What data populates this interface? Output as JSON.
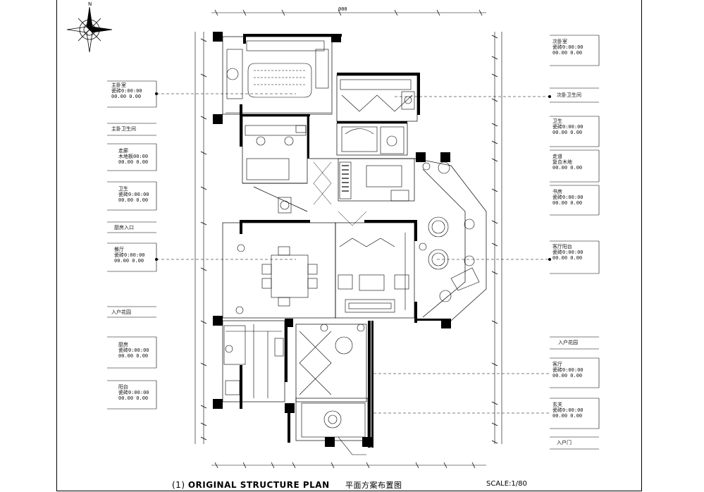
{
  "drawing": {
    "prefix": "(1)",
    "title": "ORIGINAL STRUCTURE PLAN",
    "title_cn": "平面方案布置图",
    "scale": "SCALE:1/80"
  },
  "top_dimension_label": "000",
  "left_callouts": [
    {
      "l1": "主卧室",
      "l2": "瓷砖0:00:00",
      "l3": "00.00 0.00"
    },
    {
      "l1": "主卧卫生间",
      "l2": "",
      "l3": ""
    },
    {
      "l1": "走廊",
      "l2": "木地板00:00",
      "l3": "00.00 0.00"
    },
    {
      "l1": "卫生",
      "l2": "瓷砖0:00:00",
      "l3": "00.00 0.00"
    },
    {
      "l1": "厨房入口",
      "l2": "",
      "l3": ""
    },
    {
      "l1": "餐厅",
      "l2": "瓷砖0:00:00",
      "l3": "00.00 0.00"
    },
    {
      "l1": "入户花园",
      "l2": "",
      "l3": ""
    },
    {
      "l1": "厨房",
      "l2": "瓷砖0:00:00",
      "l3": "00.00 0.00"
    },
    {
      "l1": "阳台",
      "l2": "瓷砖0:00:00",
      "l3": "00.00 0.00"
    }
  ],
  "right_callouts": [
    {
      "l1": "次卧室",
      "l2": "瓷砖0:00:00",
      "l3": "00.00 0.00"
    },
    {
      "l1": "次卧卫生间",
      "l2": "",
      "l3": ""
    },
    {
      "l1": "卫生",
      "l2": "瓷砖0:00:00",
      "l3": "00.00 0.00"
    },
    {
      "l1": "走道",
      "l2": "复合木地",
      "l3": "00.00 0.00"
    },
    {
      "l1": "书房",
      "l2": "瓷砖0:00:00",
      "l3": "00.00 0.00"
    },
    {
      "l1": "客厅阳台",
      "l2": "瓷砖0:00:00",
      "l3": "00.00 0.00"
    },
    {
      "l1": "入户花园",
      "l2": "",
      "l3": ""
    },
    {
      "l1": "客厅",
      "l2": "瓷砖0:00:00",
      "l3": "00.00 0.00"
    },
    {
      "l1": "玄关",
      "l2": "瓷砖0:00:00",
      "l3": "00.00 0.00"
    },
    {
      "l1": "入户门",
      "l2": "",
      "l3": ""
    }
  ]
}
